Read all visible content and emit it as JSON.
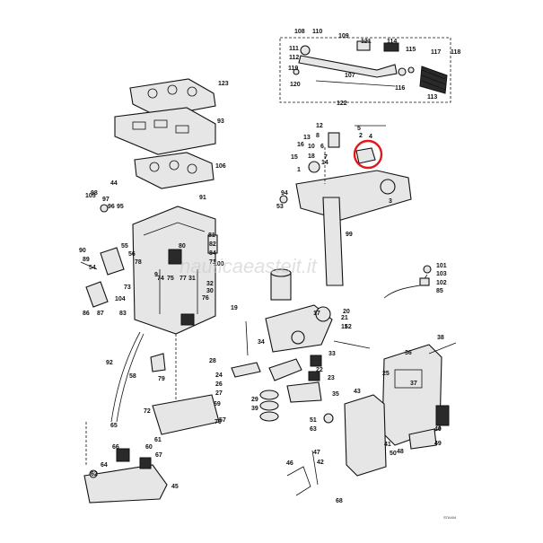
{
  "watermark": "nauticaeasteit.it",
  "drawing_code": "STA404",
  "callouts": [
    "108",
    "110",
    "109",
    "121",
    "114",
    "115",
    "117",
    "118",
    "111",
    "112",
    "119",
    "107",
    "120",
    "116",
    "113",
    "122",
    "123",
    "93",
    "106",
    "105",
    "44",
    "5",
    "8",
    "6",
    "7",
    "1",
    "2",
    "3",
    "99",
    "94",
    "53",
    "91",
    "90",
    "89",
    "54",
    "55",
    "56",
    "78",
    "80",
    "81",
    "82",
    "84",
    "71",
    "73",
    "74",
    "75",
    "77",
    "31",
    "32",
    "30",
    "76",
    "100",
    "101",
    "103",
    "102",
    "85",
    "86",
    "87",
    "83",
    "104",
    "19",
    "20",
    "21",
    "11",
    "17",
    "52",
    "92",
    "58",
    "79",
    "28",
    "34",
    "33",
    "22",
    "23",
    "35",
    "36",
    "37",
    "38",
    "25",
    "24",
    "26",
    "27",
    "29",
    "39",
    "43",
    "48",
    "49",
    "40",
    "41",
    "50",
    "51",
    "63",
    "65",
    "66",
    "64",
    "62",
    "61",
    "60",
    "67",
    "45",
    "46",
    "47",
    "42",
    "68",
    "69",
    "70",
    "57",
    "72",
    "9",
    "10",
    "18",
    "14",
    "15",
    "16",
    "13",
    "12",
    "4",
    "98",
    "97",
    "96",
    "95"
  ],
  "highlight": {
    "color": "#e0191c",
    "target": "1"
  }
}
